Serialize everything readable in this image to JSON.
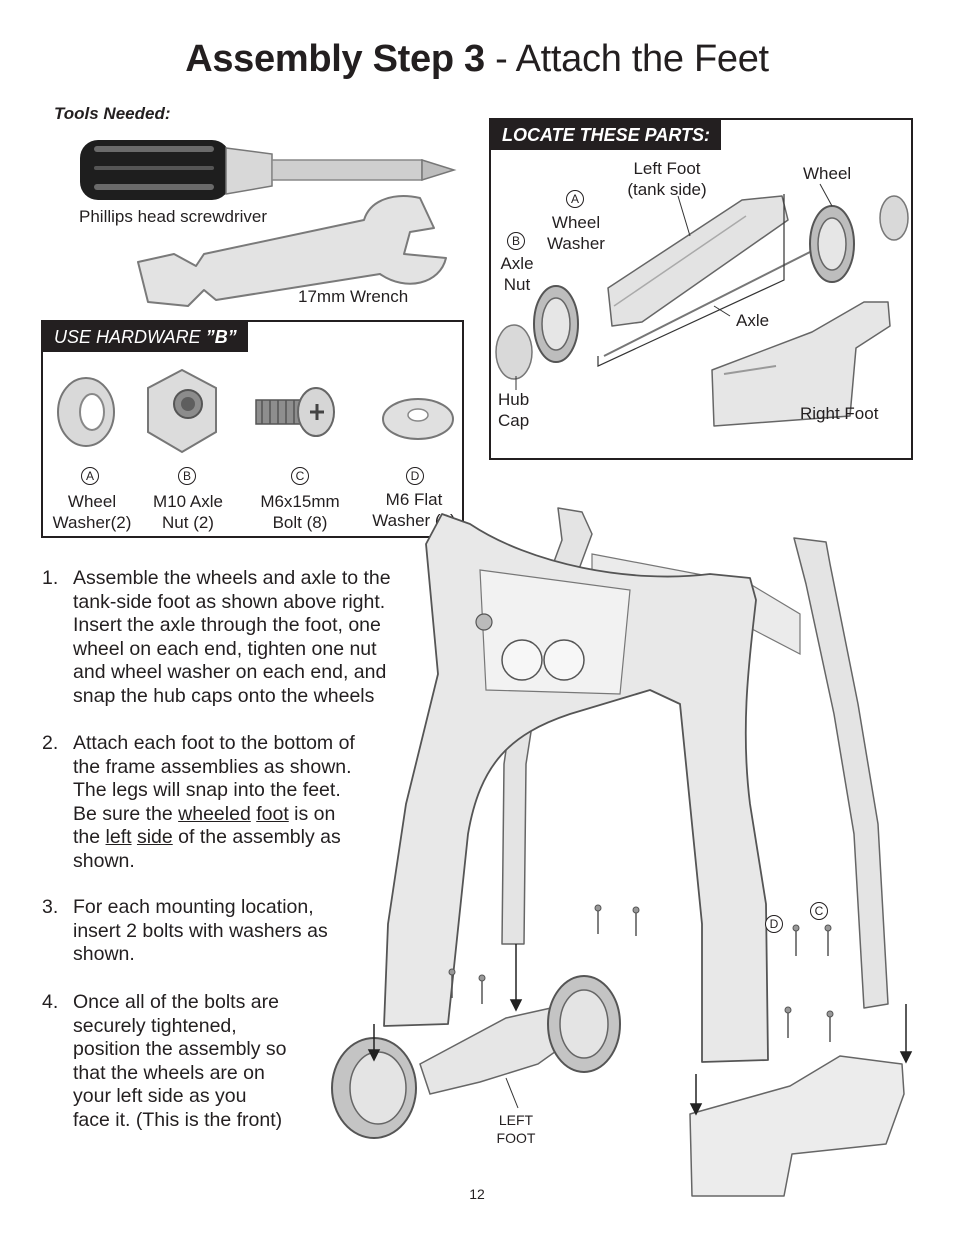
{
  "title": {
    "bold": "Assembly Step 3",
    "rest": " - Attach the Feet"
  },
  "tools": {
    "heading": "Tools Needed:",
    "screwdriver_label": "Phillips head screwdriver",
    "wrench_label": "17mm Wrench"
  },
  "hardware": {
    "heading_prefix": "USE HARDWARE ",
    "heading_bold": "”B”",
    "items": [
      {
        "letter": "A",
        "line1": "Wheel",
        "line2": "Washer(2)"
      },
      {
        "letter": "B",
        "line1": "M10 Axle",
        "line2": "Nut (2)"
      },
      {
        "letter": "C",
        "line1": "M6x15mm",
        "line2": "Bolt (8)"
      },
      {
        "letter": "D",
        "line1": "M6 Flat",
        "line2": "Washer (8)"
      }
    ]
  },
  "parts": {
    "heading": "LOCATE THESE PARTS:",
    "left_foot_1": "Left Foot",
    "left_foot_2": "(tank side)",
    "wheel": "Wheel",
    "letter_a": "A",
    "wheel_washer_1": "Wheel",
    "wheel_washer_2": "Washer",
    "letter_b": "B",
    "axle_nut_1": "Axle",
    "axle_nut_2": "Nut",
    "axle": "Axle",
    "hub_cap_1": "Hub",
    "hub_cap_2": "Cap",
    "right_foot": "Right Foot"
  },
  "steps": [
    {
      "num": "1.",
      "lines": [
        "Assemble the wheels and axle to the",
        "tank-side foot as shown above right.",
        "Insert the axle through the foot, one",
        "wheel on each end, tighten one nut",
        "and wheel washer on each end, and",
        "snap the hub caps onto the wheels"
      ]
    },
    {
      "num": "2.",
      "l1": "Attach each foot to the bottom of",
      "l2": "the frame assemblies as shown.",
      "l3": "The legs will snap into the feet.",
      "l4a": "Be sure the ",
      "l4b": "wheeled",
      "l4c": " ",
      "l4d": "foot",
      "l4e": " is on",
      "l5a": "the ",
      "l5b": "left",
      "l5c": " ",
      "l5d": "side",
      "l5e": " of the assembly as",
      "l6": "shown."
    },
    {
      "num": "3.",
      "lines": [
        "For each mounting location,",
        "insert 2 bolts with washers as",
        "shown."
      ]
    },
    {
      "num": "4.",
      "lines": [
        "Once all of the bolts are",
        "securely tightened,",
        "position the assembly so",
        "that the wheels are on",
        "your left side as you",
        "face it. (This is the front)"
      ]
    }
  ],
  "diagram": {
    "left_foot_1": "LEFT",
    "left_foot_2": "FOOT",
    "letter_d": "D",
    "letter_c": "C"
  },
  "page_number": "12"
}
